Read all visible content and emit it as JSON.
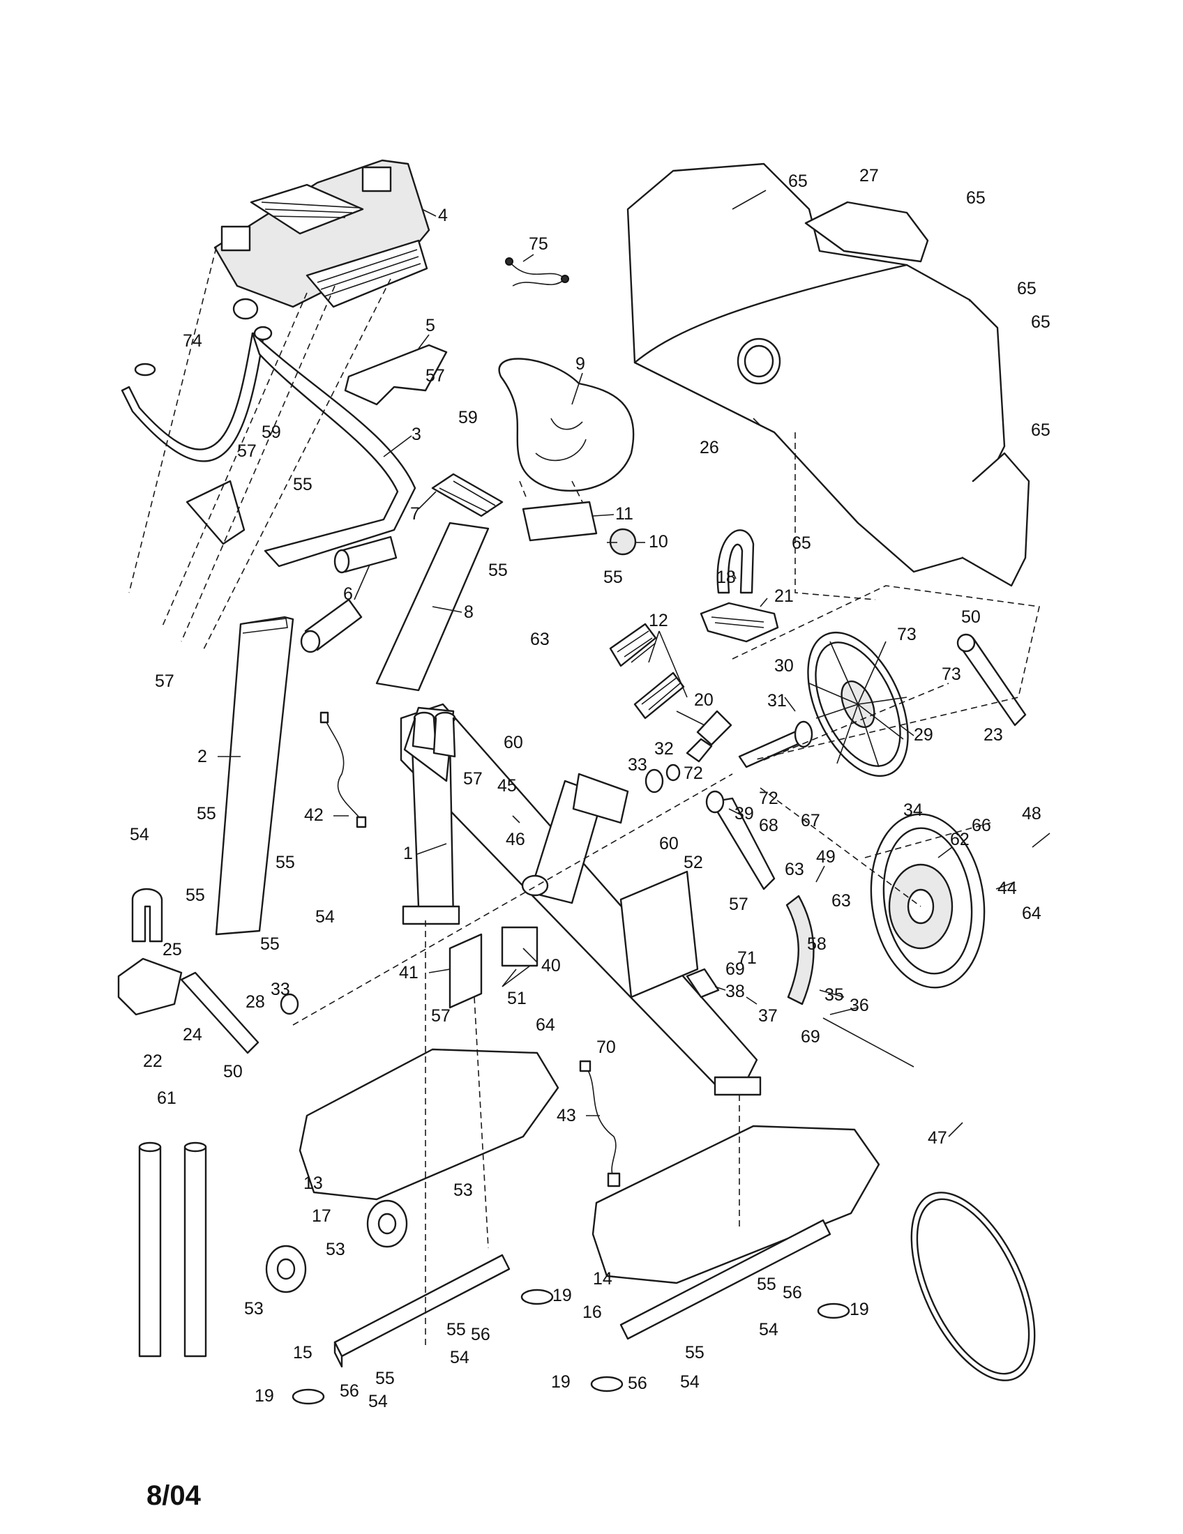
{
  "document": {
    "date_code": "8/04"
  },
  "callouts": [
    {
      "id": "c1",
      "label": "1"
    },
    {
      "id": "c2",
      "label": "2"
    },
    {
      "id": "c3",
      "label": "3"
    },
    {
      "id": "c4",
      "label": "4"
    },
    {
      "id": "c5",
      "label": "5"
    },
    {
      "id": "c6",
      "label": "6"
    },
    {
      "id": "c7",
      "label": "7"
    },
    {
      "id": "c8",
      "label": "8"
    },
    {
      "id": "c9",
      "label": "9"
    },
    {
      "id": "c10",
      "label": "10"
    },
    {
      "id": "c11",
      "label": "11"
    },
    {
      "id": "c12",
      "label": "12"
    },
    {
      "id": "c13",
      "label": "13"
    },
    {
      "id": "c14",
      "label": "14"
    },
    {
      "id": "c15",
      "label": "15"
    },
    {
      "id": "c16",
      "label": "16"
    },
    {
      "id": "c17",
      "label": "17"
    },
    {
      "id": "c18",
      "label": "18"
    },
    {
      "id": "c19a",
      "label": "19"
    },
    {
      "id": "c19b",
      "label": "19"
    },
    {
      "id": "c19c",
      "label": "19"
    },
    {
      "id": "c19d",
      "label": "19"
    },
    {
      "id": "c20",
      "label": "20"
    },
    {
      "id": "c21",
      "label": "21"
    },
    {
      "id": "c22",
      "label": "22"
    },
    {
      "id": "c23",
      "label": "23"
    },
    {
      "id": "c24",
      "label": "24"
    },
    {
      "id": "c25",
      "label": "25"
    },
    {
      "id": "c26",
      "label": "26"
    },
    {
      "id": "c27",
      "label": "27"
    },
    {
      "id": "c28",
      "label": "28"
    },
    {
      "id": "c29",
      "label": "29"
    },
    {
      "id": "c30",
      "label": "30"
    },
    {
      "id": "c31",
      "label": "31"
    },
    {
      "id": "c32",
      "label": "32"
    },
    {
      "id": "c33a",
      "label": "33"
    },
    {
      "id": "c33b",
      "label": "33"
    },
    {
      "id": "c34",
      "label": "34"
    },
    {
      "id": "c35",
      "label": "35"
    },
    {
      "id": "c36",
      "label": "36"
    },
    {
      "id": "c37",
      "label": "37"
    },
    {
      "id": "c38",
      "label": "38"
    },
    {
      "id": "c39",
      "label": "39"
    },
    {
      "id": "c40",
      "label": "40"
    },
    {
      "id": "c41",
      "label": "41"
    },
    {
      "id": "c42",
      "label": "42"
    },
    {
      "id": "c43",
      "label": "43"
    },
    {
      "id": "c44",
      "label": "44"
    },
    {
      "id": "c45",
      "label": "45"
    },
    {
      "id": "c46",
      "label": "46"
    },
    {
      "id": "c47",
      "label": "47"
    },
    {
      "id": "c48",
      "label": "48"
    },
    {
      "id": "c49",
      "label": "49"
    },
    {
      "id": "c50a",
      "label": "50"
    },
    {
      "id": "c50b",
      "label": "50"
    },
    {
      "id": "c51",
      "label": "51"
    },
    {
      "id": "c52",
      "label": "52"
    },
    {
      "id": "c53a",
      "label": "53"
    },
    {
      "id": "c53b",
      "label": "53"
    },
    {
      "id": "c53c",
      "label": "53"
    },
    {
      "id": "c54a",
      "label": "54"
    },
    {
      "id": "c54b",
      "label": "54"
    },
    {
      "id": "c54c",
      "label": "54"
    },
    {
      "id": "c54d",
      "label": "54"
    },
    {
      "id": "c54e",
      "label": "54"
    },
    {
      "id": "c54f",
      "label": "54"
    },
    {
      "id": "c55a",
      "label": "55"
    },
    {
      "id": "c55b",
      "label": "55"
    },
    {
      "id": "c55c",
      "label": "55"
    },
    {
      "id": "c55d",
      "label": "55"
    },
    {
      "id": "c55e",
      "label": "55"
    },
    {
      "id": "c55f",
      "label": "55"
    },
    {
      "id": "c55g",
      "label": "55"
    },
    {
      "id": "c55h",
      "label": "55"
    },
    {
      "id": "c55i",
      "label": "55"
    },
    {
      "id": "c55j",
      "label": "55"
    },
    {
      "id": "c55k",
      "label": "55"
    },
    {
      "id": "c56a",
      "label": "56"
    },
    {
      "id": "c56b",
      "label": "56"
    },
    {
      "id": "c56c",
      "label": "56"
    },
    {
      "id": "c56d",
      "label": "56"
    },
    {
      "id": "c57a",
      "label": "57"
    },
    {
      "id": "c57b",
      "label": "57"
    },
    {
      "id": "c57c",
      "label": "57"
    },
    {
      "id": "c57d",
      "label": "57"
    },
    {
      "id": "c57e",
      "label": "57"
    },
    {
      "id": "c57f",
      "label": "57"
    },
    {
      "id": "c58",
      "label": "58"
    },
    {
      "id": "c59a",
      "label": "59"
    },
    {
      "id": "c59b",
      "label": "59"
    },
    {
      "id": "c60a",
      "label": "60"
    },
    {
      "id": "c60b",
      "label": "60"
    },
    {
      "id": "c61",
      "label": "61"
    },
    {
      "id": "c62",
      "label": "62"
    },
    {
      "id": "c63a",
      "label": "63"
    },
    {
      "id": "c63b",
      "label": "63"
    },
    {
      "id": "c63c",
      "label": "63"
    },
    {
      "id": "c64a",
      "label": "64"
    },
    {
      "id": "c64b",
      "label": "64"
    },
    {
      "id": "c65a",
      "label": "65"
    },
    {
      "id": "c65b",
      "label": "65"
    },
    {
      "id": "c65c",
      "label": "65"
    },
    {
      "id": "c65d",
      "label": "65"
    },
    {
      "id": "c65e",
      "label": "65"
    },
    {
      "id": "c65f",
      "label": "65"
    },
    {
      "id": "c66",
      "label": "66"
    },
    {
      "id": "c67",
      "label": "67"
    },
    {
      "id": "c68",
      "label": "68"
    },
    {
      "id": "c69a",
      "label": "69"
    },
    {
      "id": "c69b",
      "label": "69"
    },
    {
      "id": "c70",
      "label": "70"
    },
    {
      "id": "c71",
      "label": "71"
    },
    {
      "id": "c72a",
      "label": "72"
    },
    {
      "id": "c72b",
      "label": "72"
    },
    {
      "id": "c73a",
      "label": "73"
    },
    {
      "id": "c73b",
      "label": "73"
    },
    {
      "id": "c74",
      "label": "74"
    },
    {
      "id": "c75",
      "label": "75"
    }
  ]
}
